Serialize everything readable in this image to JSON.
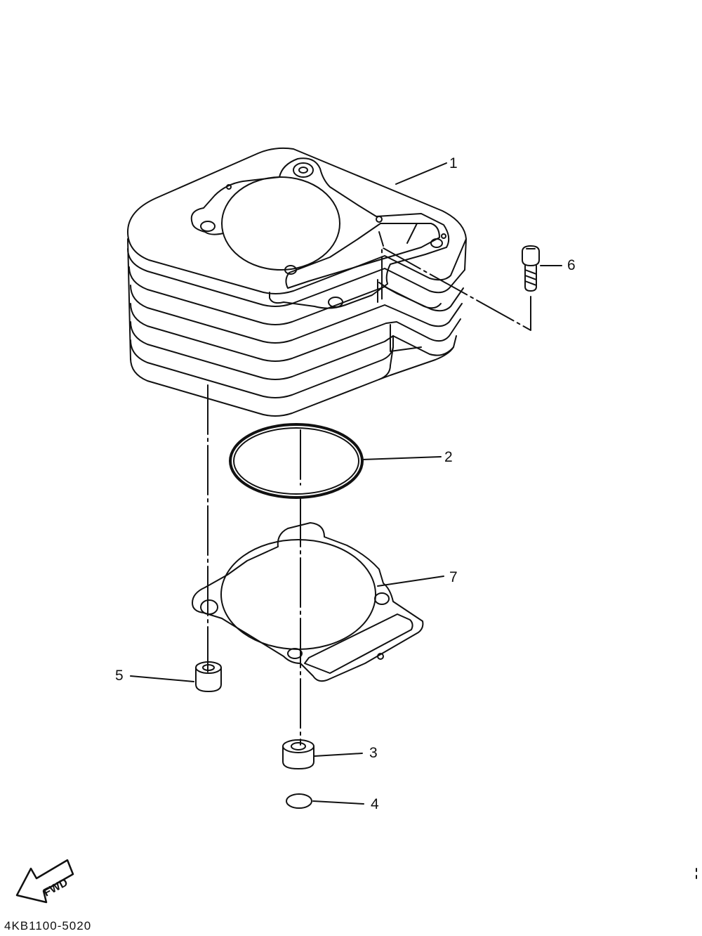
{
  "callouts": [
    {
      "id": "1",
      "label": "1"
    },
    {
      "id": "2",
      "label": "2"
    },
    {
      "id": "3",
      "label": "3"
    },
    {
      "id": "4",
      "label": "4"
    },
    {
      "id": "5",
      "label": "5"
    },
    {
      "id": "6",
      "label": "6"
    },
    {
      "id": "7",
      "label": "7"
    }
  ],
  "fwd_arrow": {
    "text": "FWD"
  },
  "diagram_code": "4KB1100-5020"
}
